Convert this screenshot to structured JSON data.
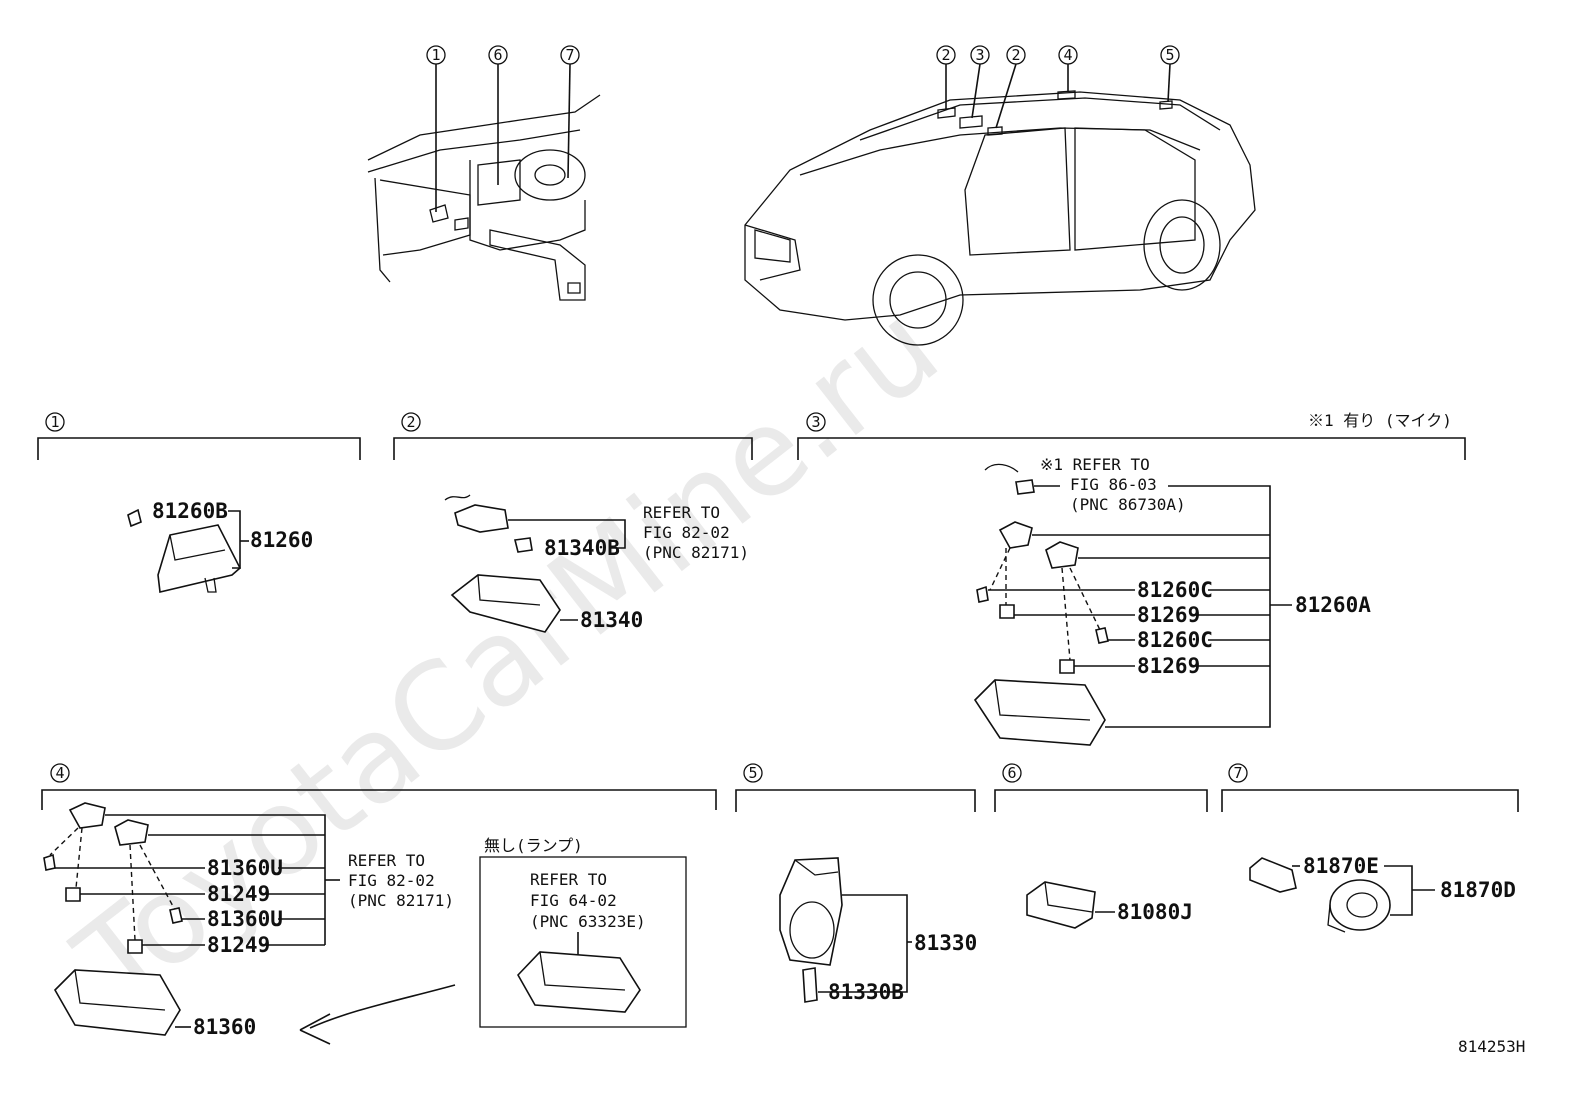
{
  "watermark": "ToyotaCarMine.ru",
  "figure_code": "814253H",
  "note": "※1 有り (マイク)",
  "overview_callouts": {
    "interior": [
      "1",
      "6",
      "7"
    ],
    "exterior": [
      "2",
      "3",
      "2",
      "4",
      "5"
    ]
  },
  "sections": [
    {
      "num": "1",
      "parts": {
        "a": "81260B",
        "b": "81260"
      }
    },
    {
      "num": "2",
      "parts": {
        "a": "81340B",
        "b": "81340"
      },
      "ref": [
        "REFER TO",
        "FIG 82-02",
        "(PNC 82171)"
      ]
    },
    {
      "num": "3",
      "parts": {
        "a": "81260C",
        "b": "81269",
        "c": "81260C",
        "d": "81269",
        "e": "81260A"
      },
      "ref": [
        "※1 REFER TO",
        "FIG 86-03",
        "(PNC 86730A)"
      ]
    },
    {
      "num": "4",
      "parts": {
        "a": "81360U",
        "b": "81249",
        "c": "81360U",
        "d": "81249",
        "e": "81360"
      },
      "ref": [
        "REFER TO",
        "FIG 82-02",
        "(PNC 82171)"
      ],
      "box_title": "無し(ランプ)",
      "box_ref": [
        "REFER TO",
        "FIG 64-02",
        "(PNC 63323E)"
      ]
    },
    {
      "num": "5",
      "parts": {
        "a": "81330",
        "b": "81330B"
      }
    },
    {
      "num": "6",
      "parts": {
        "a": "81080J"
      }
    },
    {
      "num": "7",
      "parts": {
        "a": "81870E",
        "b": "81870D"
      }
    }
  ]
}
